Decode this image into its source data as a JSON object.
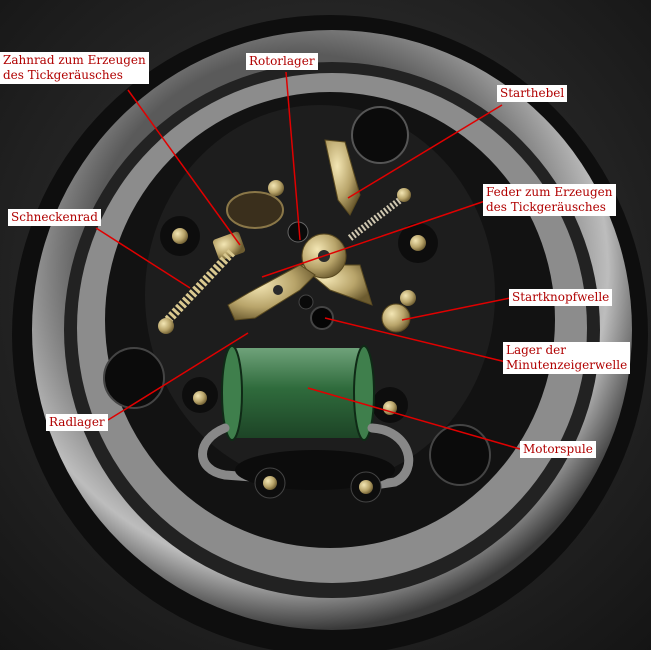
{
  "labels": {
    "zahnrad": {
      "line1": "Zahnrad zum Erzeugen",
      "line2": "des Tickgeräusches"
    },
    "rotorlager": "Rotorlager",
    "starthebel": "Starthebel",
    "feder": {
      "line1": "Feder zum Erzeugen",
      "line2": "des Tickgeräusches"
    },
    "schneckenrad": "Schneckenrad",
    "startknopfwelle": "Startknopfwelle",
    "lager": {
      "line1": "Lager der",
      "line2": "Minutenzeigerwelle"
    },
    "radlager": "Radlager",
    "motorspule": "Motorspule"
  },
  "colors": {
    "label_text": "#b00000",
    "label_background": "#ffffff",
    "leader_line": "#e00000",
    "brass": "#b8a46a",
    "coil": "#2f6b3c"
  }
}
